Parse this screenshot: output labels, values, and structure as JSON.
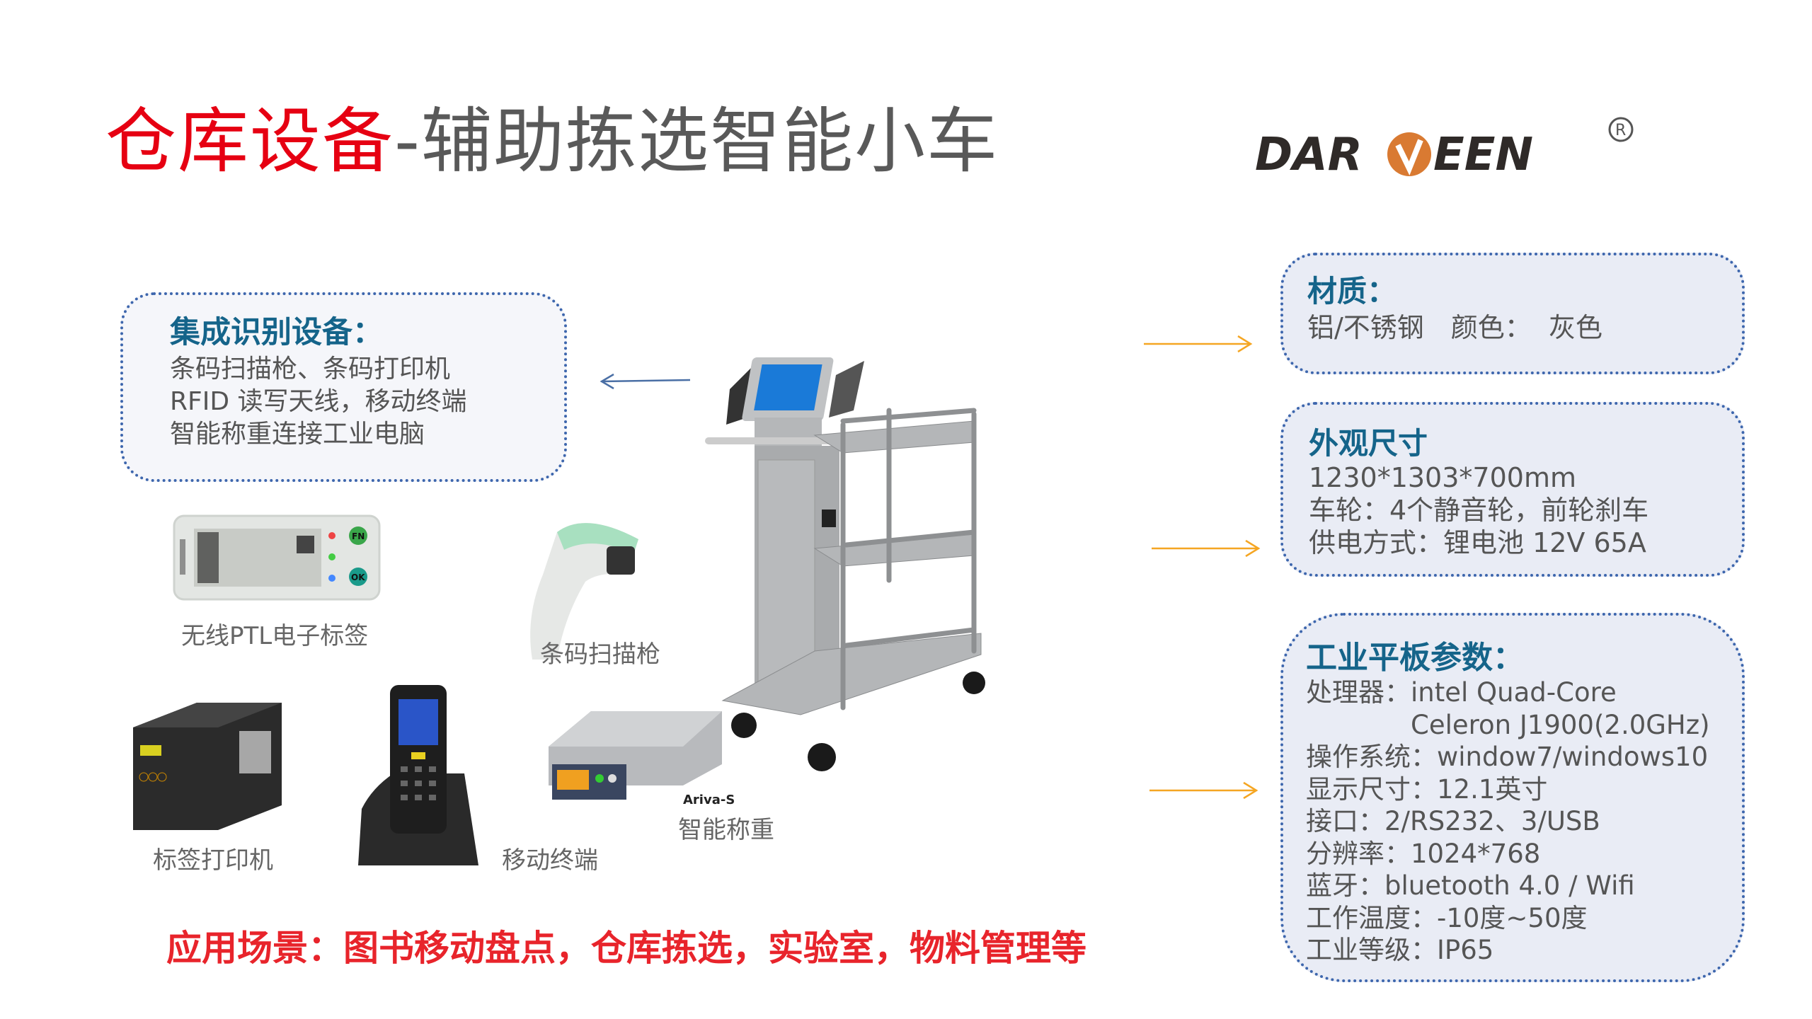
{
  "title": {
    "red_part": "仓库设备",
    "gray_part": "-辅助拣选智能小车"
  },
  "logo": {
    "text": "DARVEEN",
    "registered": "®",
    "brand_color": "#d97a32"
  },
  "colors": {
    "title_red": "#e60012",
    "heading_blue": "#15648a",
    "arrow_orange": "#f5a623",
    "box_border": "#3d66ad"
  },
  "left_box": {
    "heading": "集成识别设备：",
    "lines": [
      "条码扫描枪、条码打印机",
      "RFID 读写天线，移动终端",
      "智能称重连接工业电脑"
    ]
  },
  "products": {
    "ptl": {
      "caption": "无线PTL电子标签",
      "buttons": [
        "FN",
        "OK"
      ]
    },
    "scanner": {
      "caption": "条码扫描枪"
    },
    "printer": {
      "caption": "标签打印机"
    },
    "mobile": {
      "caption": "移动终端"
    },
    "scale": {
      "caption": "智能称重",
      "model": "Ariva-S"
    }
  },
  "material_box": {
    "heading": "材质：",
    "line": "铝/不锈钢　颜色：  灰色"
  },
  "size_box": {
    "heading": "外观尺寸",
    "lines": [
      "1230*1303*700mm",
      "车轮：4个静音轮，前轮刹车",
      "供电方式：锂电池 12V 65A"
    ]
  },
  "tablet_box": {
    "heading": "工业平板参数：",
    "lines": [
      "处理器：intel Quad-Core",
      "Celeron J1900(2.0GHz)",
      "操作系统：window7/windows10",
      "显示尺寸：12.1英寸",
      "接口：2/RS232、3/USB",
      "分辨率：1024*768",
      "蓝牙：bluetooth 4.0 / Wifi",
      "工作温度：-10度~50度",
      "工业等级：IP65"
    ]
  },
  "scenario": "应用场景：图书移动盘点，仓库拣选，实验室，物料管理等"
}
